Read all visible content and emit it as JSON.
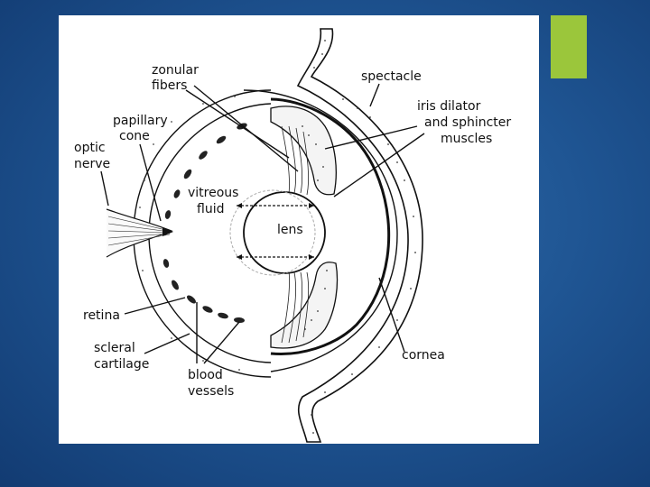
{
  "colors": {
    "background": "#1f5593",
    "panel": "#ffffff",
    "accent": "#9bc63b",
    "ink": "#111111"
  },
  "labels": {
    "zonular_fibers": [
      "zonular",
      "fibers"
    ],
    "papillary_cone": [
      "papillary",
      "cone"
    ],
    "optic_nerve": [
      "optic",
      "nerve"
    ],
    "vitreous_fluid": [
      "vitreous",
      "fluid"
    ],
    "lens": "lens",
    "spectacle": "spectacle",
    "iris_muscles": [
      "iris dilator",
      "and sphincter",
      "muscles"
    ],
    "retina": "retina",
    "scleral_cartilage": [
      "scleral",
      "cartilage"
    ],
    "blood_vessels": [
      "blood",
      "vessels"
    ],
    "cornea": "cornea"
  }
}
